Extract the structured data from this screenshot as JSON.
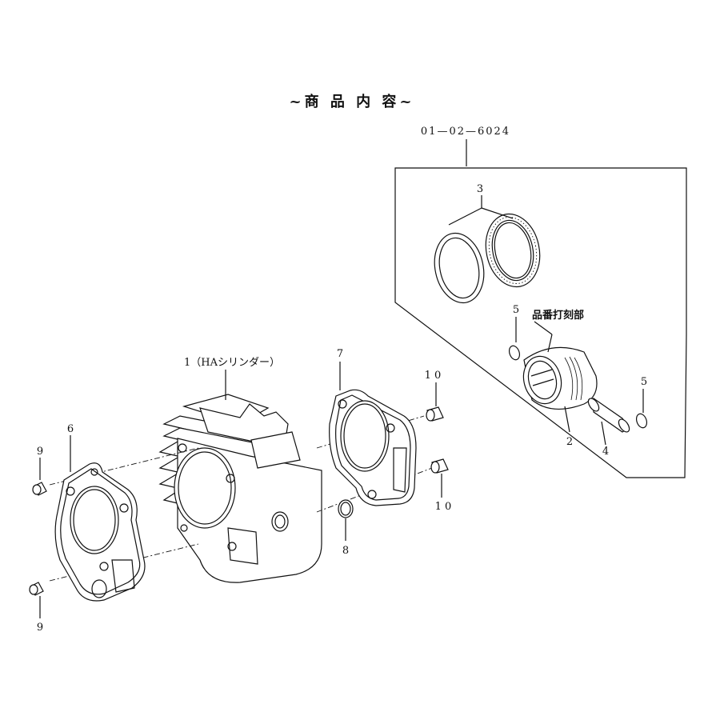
{
  "title": "~商 品 内 容~",
  "part_number": "01—02—6024",
  "labels": {
    "cylinder": "1（HAシリンダー）",
    "piston": "2",
    "rings": "3",
    "pin": "4",
    "clip_top": "5",
    "clip_right": "5",
    "gasket_head": "6",
    "gasket_base": "7",
    "oring": "8",
    "dowel_top": "9",
    "dowel_bottom": "9",
    "dowel_right_top": "1 0",
    "dowel_right_bottom": "1 0",
    "engraving": "品番打刻部"
  }
}
